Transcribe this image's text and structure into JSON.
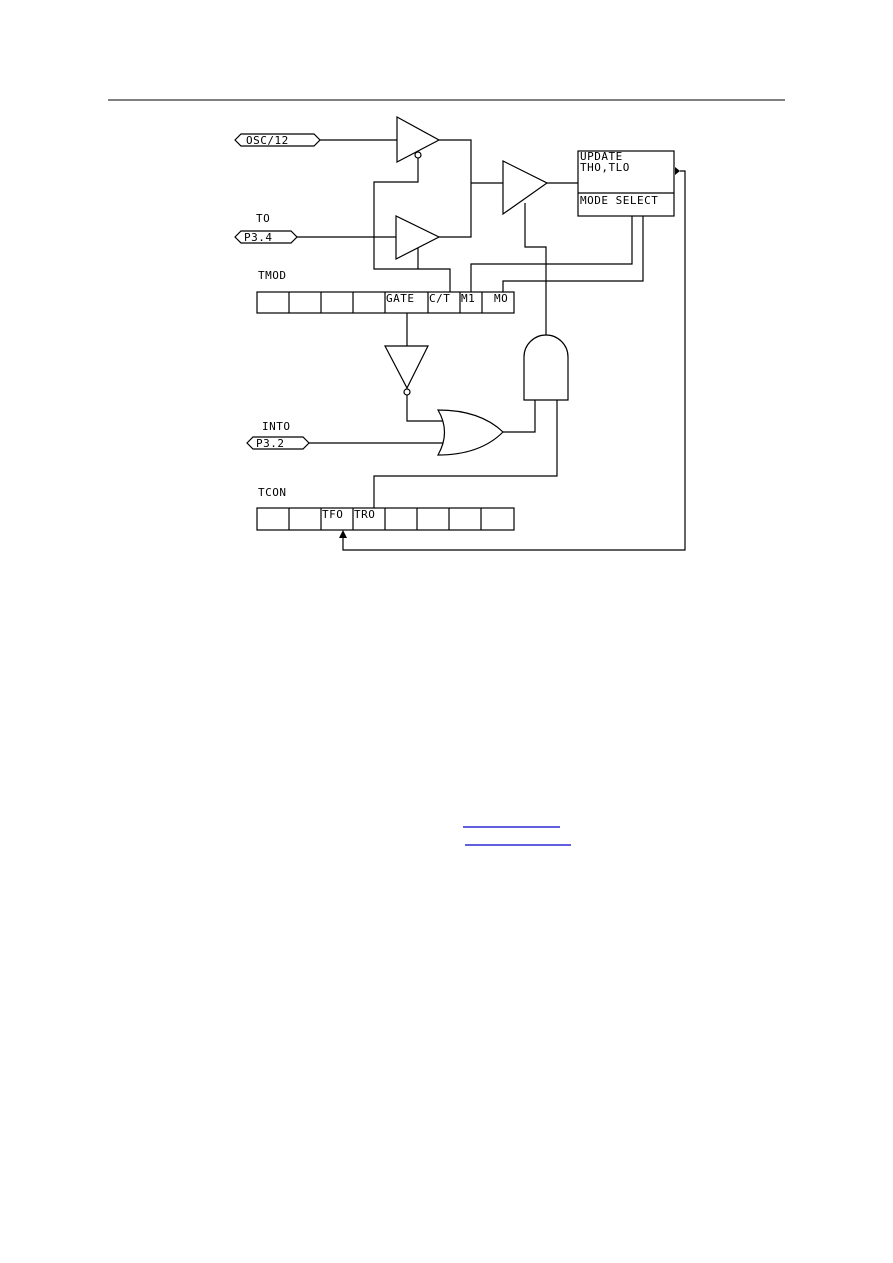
{
  "diagram": {
    "inputs": {
      "osc": "OSC/12",
      "t0_label": "TO",
      "t0_pin": "P3.4",
      "int0_label": "INTO",
      "int0_pin": "P3.2"
    },
    "update_box": {
      "line1": "UPDATE",
      "line2": "THO,TLO",
      "mode": "MODE SELECT"
    },
    "tmod": {
      "label": "TMOD",
      "bits": [
        "",
        "",
        "",
        "",
        "GATE",
        "C/T",
        "M1",
        "MO"
      ]
    },
    "tcon": {
      "label": "TCON",
      "bits": [
        "",
        "",
        "TFO",
        "TRO",
        "",
        "",
        "",
        ""
      ]
    }
  },
  "colors": {
    "link_lines": "#0000cc"
  }
}
